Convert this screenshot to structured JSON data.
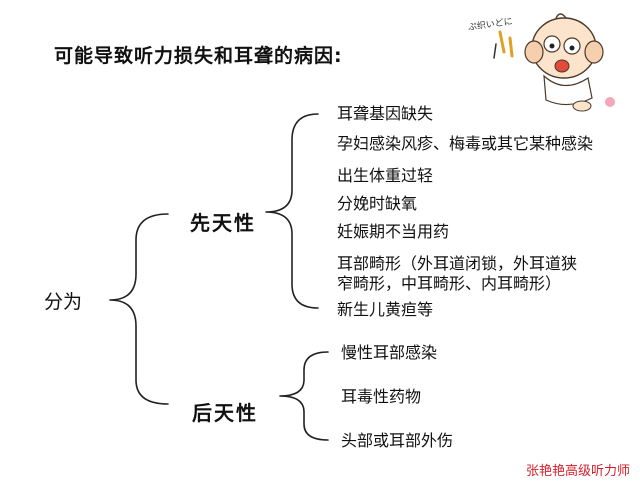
{
  "title": "可能导致听力损失和耳聋的病因:",
  "root_label": "分为",
  "branches": [
    {
      "label": "先天性",
      "items": [
        "耳聋基因缺失",
        "孕妇感染风疹、梅毒或其它某种感染",
        "出生体重过轻",
        "分娩时缺氧",
        "妊娠期不当用药",
        "耳部畸形（外耳道闭锁，外耳道狭",
        "窄畸形，中耳畸形、内耳畸形）",
        "新生儿黄疸等"
      ]
    },
    {
      "label": "后天性",
      "items": [
        "慢性耳部感染",
        "耳毒性药物",
        "头部或耳部外伤"
      ]
    }
  ],
  "watermark": "张艳艳高级听力师",
  "illustration": {
    "icon": "baby-covering-ears-icon",
    "text": "ぷ织いどに"
  }
}
